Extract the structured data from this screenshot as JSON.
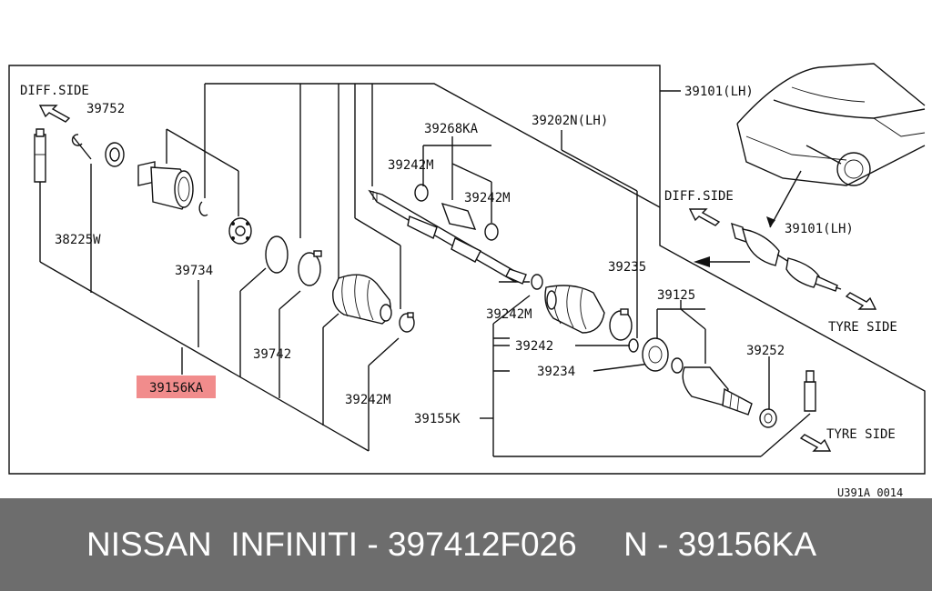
{
  "labels": {
    "diff_side_left": "DIFF.SIDE",
    "diff_side_right": "DIFF.SIDE",
    "tyre_side_upper": "TYRE SIDE",
    "tyre_side_lower": "TYRE SIDE",
    "p39101_top": "39101(LH)",
    "p39101_car": "39101(LH)",
    "p39752": "39752",
    "p38225w": "38225W",
    "p39734": "39734",
    "p39156ka": "39156KA",
    "p39742": "39742",
    "p39242m_bottom": "39242M",
    "p39155k": "39155K",
    "p39268ka": "39268KA",
    "p39202n": "39202N(LH)",
    "p39242m_a": "39242M",
    "p39242m_b": "39242M",
    "p39242m_c": "39242M",
    "p39235": "39235",
    "p39242": "39242",
    "p39234": "39234",
    "p39125": "39125",
    "p39252": "39252",
    "diagram_code": "U391A 0014"
  },
  "highlight_color": "#f08080",
  "footer": {
    "text": "NISSAN  INFINITI - 397412F026     N - 39156KA"
  }
}
